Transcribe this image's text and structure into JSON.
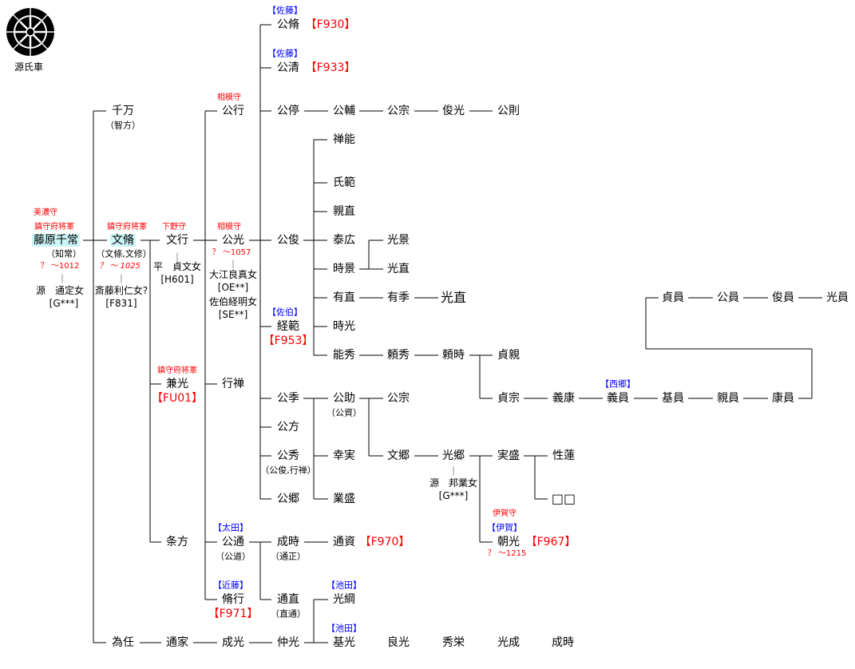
{
  "logo": {
    "caption": "源氏車",
    "icon": "genji-wheel-crest-icon"
  },
  "colors": {
    "highlight": "#ccf5f8",
    "title_red": "#ff0000",
    "clan_blue": "#0000ff",
    "line": "#000000"
  },
  "people": {
    "p1": "藤原千常",
    "p2": "文脩",
    "p3": "千万",
    "p4": "為任",
    "p5": "文行",
    "p6": "兼光",
    "p7": "条方",
    "p8": "通家",
    "p9": "公行",
    "p10": "公光",
    "p11": "行禅",
    "p12": "公通",
    "p13": "脩行",
    "p14": "成光",
    "p15": "公脩",
    "p16": "公清",
    "p17": "公停",
    "p18": "公俊",
    "p19": "経範",
    "p20": "公季",
    "p21": "公方",
    "p22": "公秀",
    "p23": "公郷",
    "p24": "成時",
    "p25": "通直",
    "p26": "仲光",
    "p27": "公輔",
    "p28": "禅能",
    "p29": "氏範",
    "p30": "親直",
    "p31": "泰広",
    "p32": "時景",
    "p33": "有直",
    "p34": "時光",
    "p35": "能秀",
    "p36": "公助",
    "p37": "幸実",
    "p38": "業盛",
    "p39": "通資",
    "p40": "光綱",
    "p41": "基光",
    "p42": "公宗",
    "p43": "光景",
    "p44": "光直",
    "p45": "有季",
    "p46": "頼秀",
    "p47": "公宗",
    "p48": "文郷",
    "p49": "良光",
    "p50": "俊光",
    "p51": "光直",
    "p52": "頼時",
    "p53": "光郷",
    "p54": "秀栄",
    "p55": "公則",
    "p56": "貞親",
    "p57": "貞宗",
    "p58": "実盛",
    "p59": "朝光",
    "p60": "光成",
    "p61": "義康",
    "p62": "性蓮",
    "p63": "□□",
    "p64": "成時",
    "p65": "義員",
    "p66": "基員",
    "p67": "親員",
    "p68": "康員",
    "p69": "貞員",
    "p70": "公員",
    "p71": "俊員",
    "p72": "光員"
  },
  "titles": {
    "t1": "美濃守",
    "t2": "鎮守府将軍",
    "t3": "鎮守府将軍",
    "t4": "下野守",
    "t5": "相模守",
    "t6": "相模守",
    "t7": "鎮守府将軍",
    "t8": "伊賀守"
  },
  "dates": {
    "d1": "？ ～1012",
    "d2": "？ ～ 1025",
    "d3": "？ ～1057",
    "d4": "？ ～1215"
  },
  "aliases": {
    "a1": "（知常）",
    "a2": "（文條,文修）",
    "a3": "（智方）",
    "a4": "（公道）",
    "a5": "（公資）",
    "a6": "（公俊,行禅）",
    "a7": "（通正）",
    "a8": "（直通）"
  },
  "spouses": {
    "s1": "源　通定女",
    "s2": "[G***]",
    "s3": "斎藤利仁女?",
    "s4": "[F831]",
    "s5": "平　貞文女",
    "s6": "[H601]",
    "s7": "大江良真女",
    "s8": "[OE**]",
    "s9": "佐伯経明女",
    "s10": "[SE**]",
    "s11": "源　邦業女",
    "s12": "[G***]"
  },
  "clans": {
    "c1": "【佐藤】",
    "c2": "【佐藤】",
    "c3": "【佐伯】",
    "c4": "【太田】",
    "c5": "【近藤】",
    "c6": "【池田】",
    "c7": "【池田】",
    "c8": "【西郷】",
    "c9": "【伊賀】"
  },
  "codes": {
    "k1": "【F930】",
    "k2": "【F933】",
    "k3": "【F953】",
    "k4": "【FU01】",
    "k5": "【F970】",
    "k6": "【F971】",
    "k7": "【F967】"
  },
  "marriage_mark": "|"
}
